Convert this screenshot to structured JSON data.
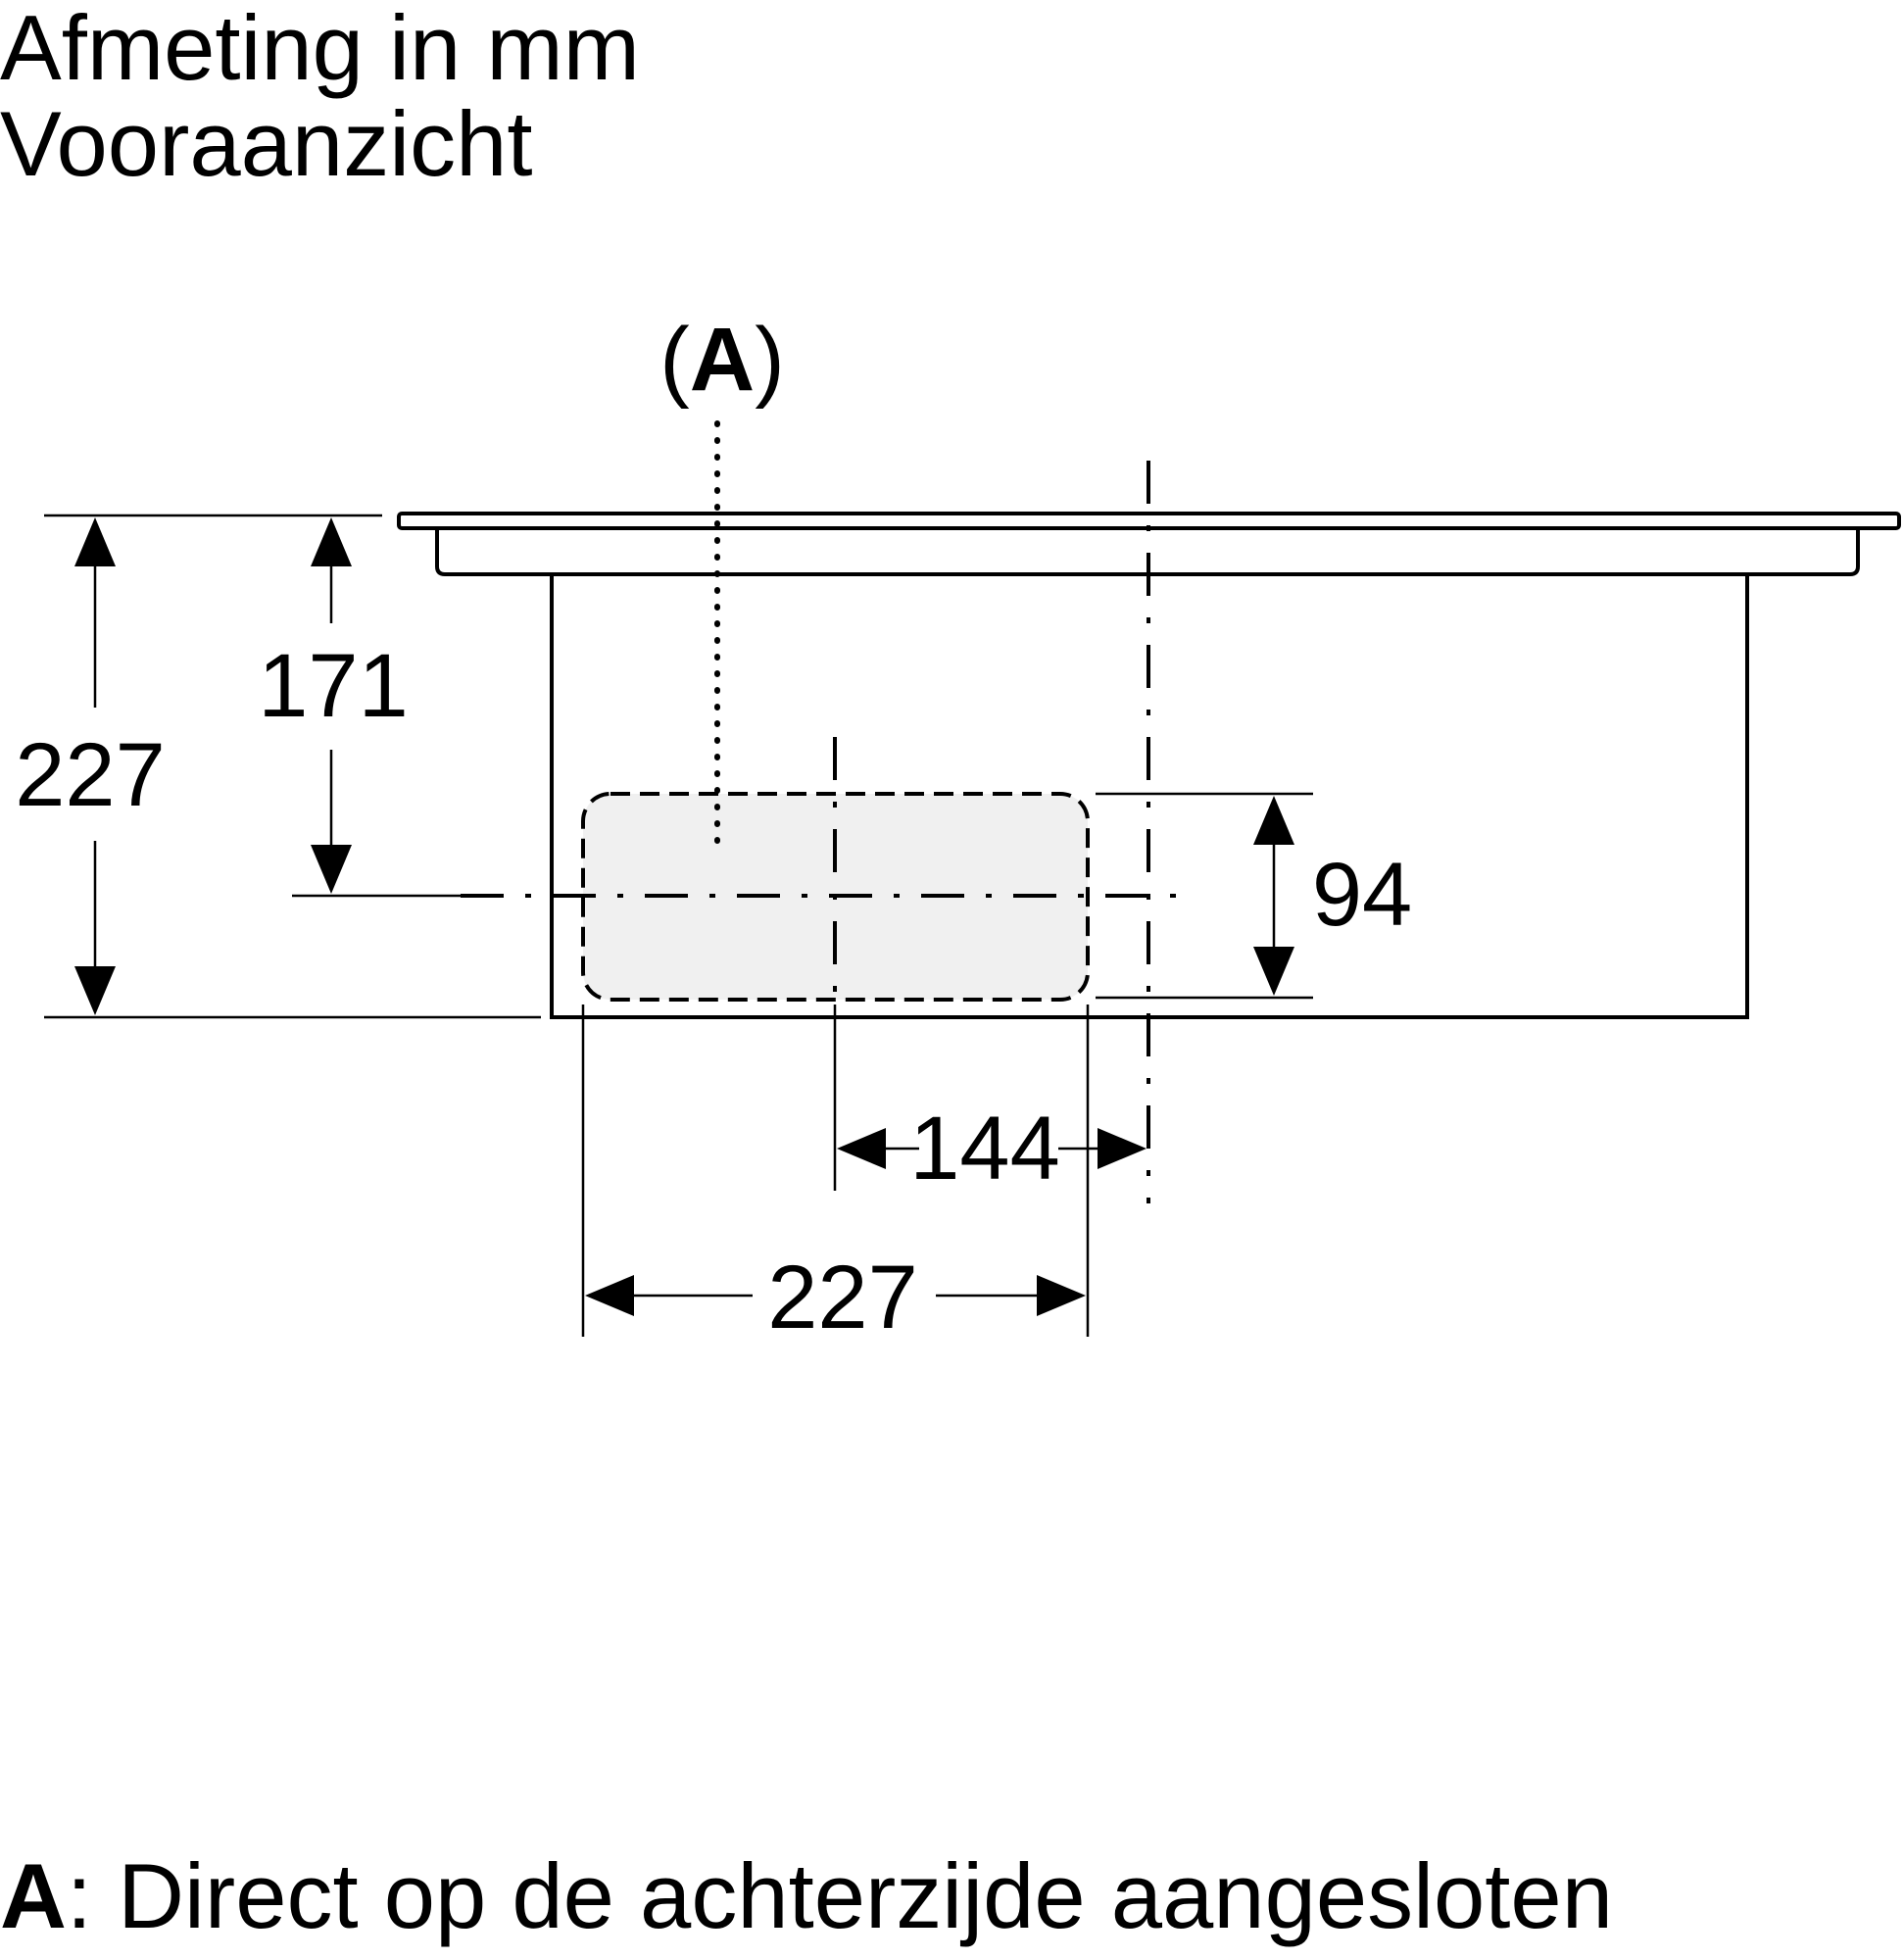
{
  "header": {
    "line1": "Afmeting in mm",
    "line2": "Vooraanzicht"
  },
  "drawing": {
    "callout": {
      "open": "(",
      "letter": "A",
      "close": ")"
    },
    "dimensions": {
      "overall_height": "227",
      "height_to_axis": "171",
      "duct_height": "94",
      "axis_offset": "144",
      "duct_width": "227"
    },
    "colors": {
      "line": "#000000",
      "duct_fill": "#f0f0f0"
    }
  },
  "footer": {
    "key": "A",
    "text": ": Direct op de achterzijde aangesloten"
  }
}
